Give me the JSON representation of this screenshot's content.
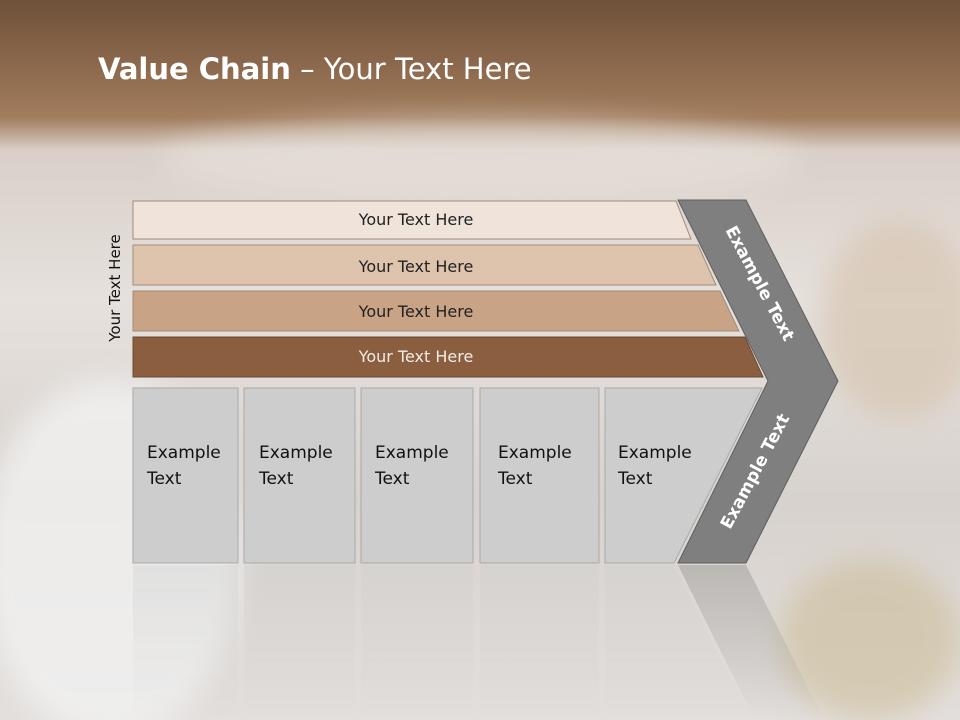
{
  "title": {
    "bold": "Value Chain",
    "rest": " – Your Text Here"
  },
  "side_label": "Your Text Here",
  "bars": [
    {
      "label": "Your Text Here",
      "color": "#efe3da"
    },
    {
      "label": "Your Text Here",
      "color": "#dec3ad"
    },
    {
      "label": "Your Text Here",
      "color": "#c9a385"
    },
    {
      "label": "Your Text Here",
      "color": "#8a5e3e"
    }
  ],
  "columns": [
    {
      "line1": "Example",
      "line2": "Text"
    },
    {
      "line1": "Example",
      "line2": "Text"
    },
    {
      "line1": "Example",
      "line2": "Text"
    },
    {
      "line1": "Example",
      "line2": "Text"
    },
    {
      "line1": "Example",
      "line2": "Text"
    }
  ],
  "chevron": {
    "upper": "Example Text",
    "lower": "Example Text"
  },
  "colors": {
    "column_fill": "#cdcdcd",
    "chevron_fill": "#7f7f7f",
    "title_band": "#7d5a3e"
  }
}
